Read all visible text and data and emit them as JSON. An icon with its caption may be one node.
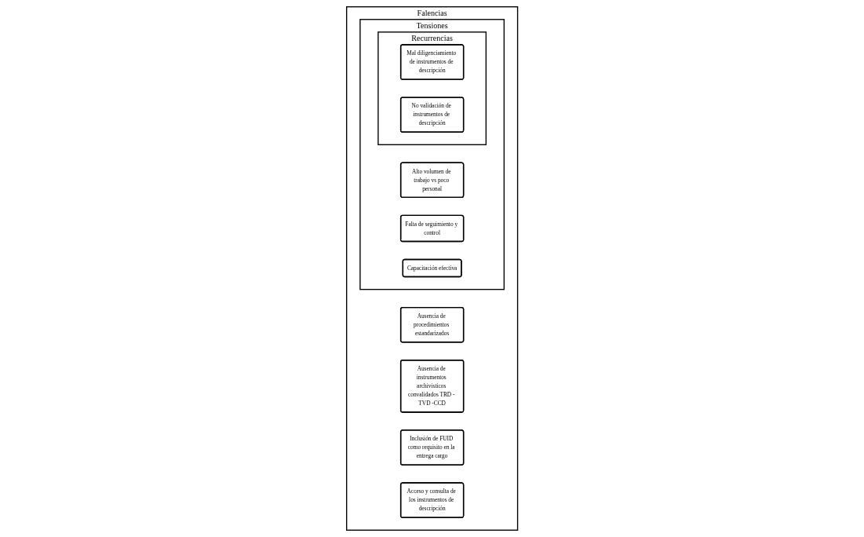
{
  "diagram": {
    "nodes": [
      {
        "text": [
          "Falencias"
        ]
      },
      {
        "text": [
          "Ausencia de procedimientos estandarizados"
        ],
        "in": 0
      },
      {
        "text": [
          "Ausencia de instrumentos archivisticos convalidados TRD - TVD -CCD"
        ],
        "in": 0
      },
      {
        "text": [
          "Inclusión de FUID como requisito en la entrega cargo"
        ],
        "in": 0
      },
      {
        "text": [
          "Acceso y consulta de los instrumentos de descripción"
        ],
        "in": 0
      },
      {
        "text": [
          "Tensiones"
        ],
        "in": 0
      },
      {
        "text": [
          "Alto volumen de trabajo vs poco personal"
        ],
        "in": 5
      },
      {
        "text": [
          "Falta de seguimiento y control"
        ],
        "in": 5
      },
      {
        "text": [
          "Capacitación efectiva"
        ],
        "in": 5
      },
      {
        "text": [
          "Recurrencias"
        ],
        "in": 5
      },
      {
        "text": [
          "Mal diligenciamiento de instrumentos de descripción"
        ],
        "in": 9
      },
      {
        "text": [
          "No validación de instrumentos de descripción"
        ],
        "in": 9
      }
    ],
    "edges": []
  }
}
